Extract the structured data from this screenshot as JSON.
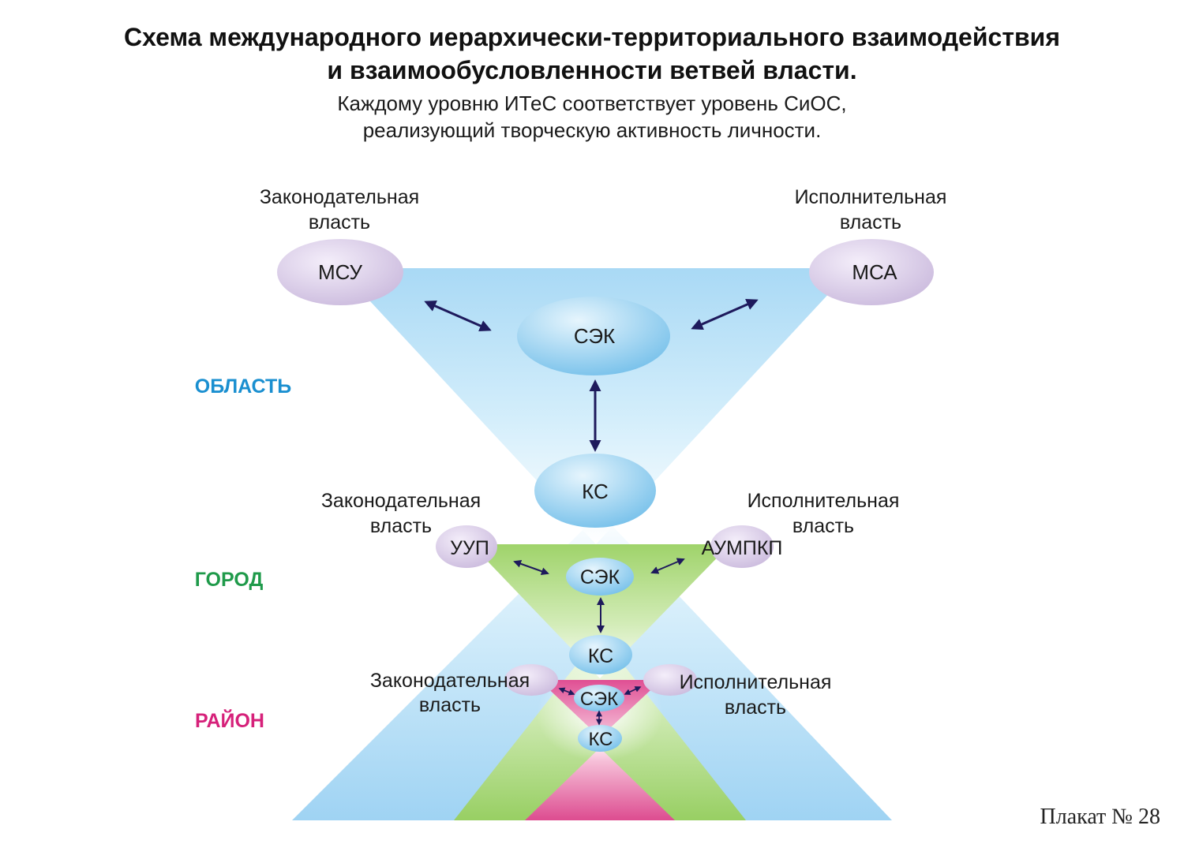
{
  "title": {
    "line1": "Схема международного иерархически-территориального взаимодействия",
    "line2": "и взаимообусловленности ветвей власти.",
    "sub1": "Каждому уровню ИТеС соответствует уровень СиОС,",
    "sub2": "реализующий творческую активность личности."
  },
  "levels": {
    "oblast": "ОБЛАСТЬ",
    "gorod": "ГОРОД",
    "rayon": "РАЙОН"
  },
  "oblast": {
    "leg_line1": "Законодательная",
    "leg_line2": "власть",
    "exec_line1": "Исполнительная",
    "exec_line2": "власть",
    "leg_node": "МСУ",
    "exec_node": "МСА",
    "center_node": "СЭК",
    "bottom_node": "КС"
  },
  "gorod": {
    "leg_line1": "Законодательная",
    "leg_line2": "власть",
    "exec_line1": "Исполнительная",
    "exec_line2": "власть",
    "leg_node": "УУП",
    "exec_node": "АУМПКП",
    "center_node": "СЭК",
    "bottom_node": "КС"
  },
  "rayon": {
    "leg_line1": "Законодательная",
    "leg_line2": "власть",
    "exec_line1": "Исполнительная",
    "exec_line2": "власть",
    "center_node": "СЭК",
    "bottom_node": "КС"
  },
  "footer": "Плакат № 28",
  "colors": {
    "oblast": "#1a8fd0",
    "gorod": "#1f9a4a",
    "rayon": "#d6217a",
    "arrow": "#1e1a5c"
  }
}
